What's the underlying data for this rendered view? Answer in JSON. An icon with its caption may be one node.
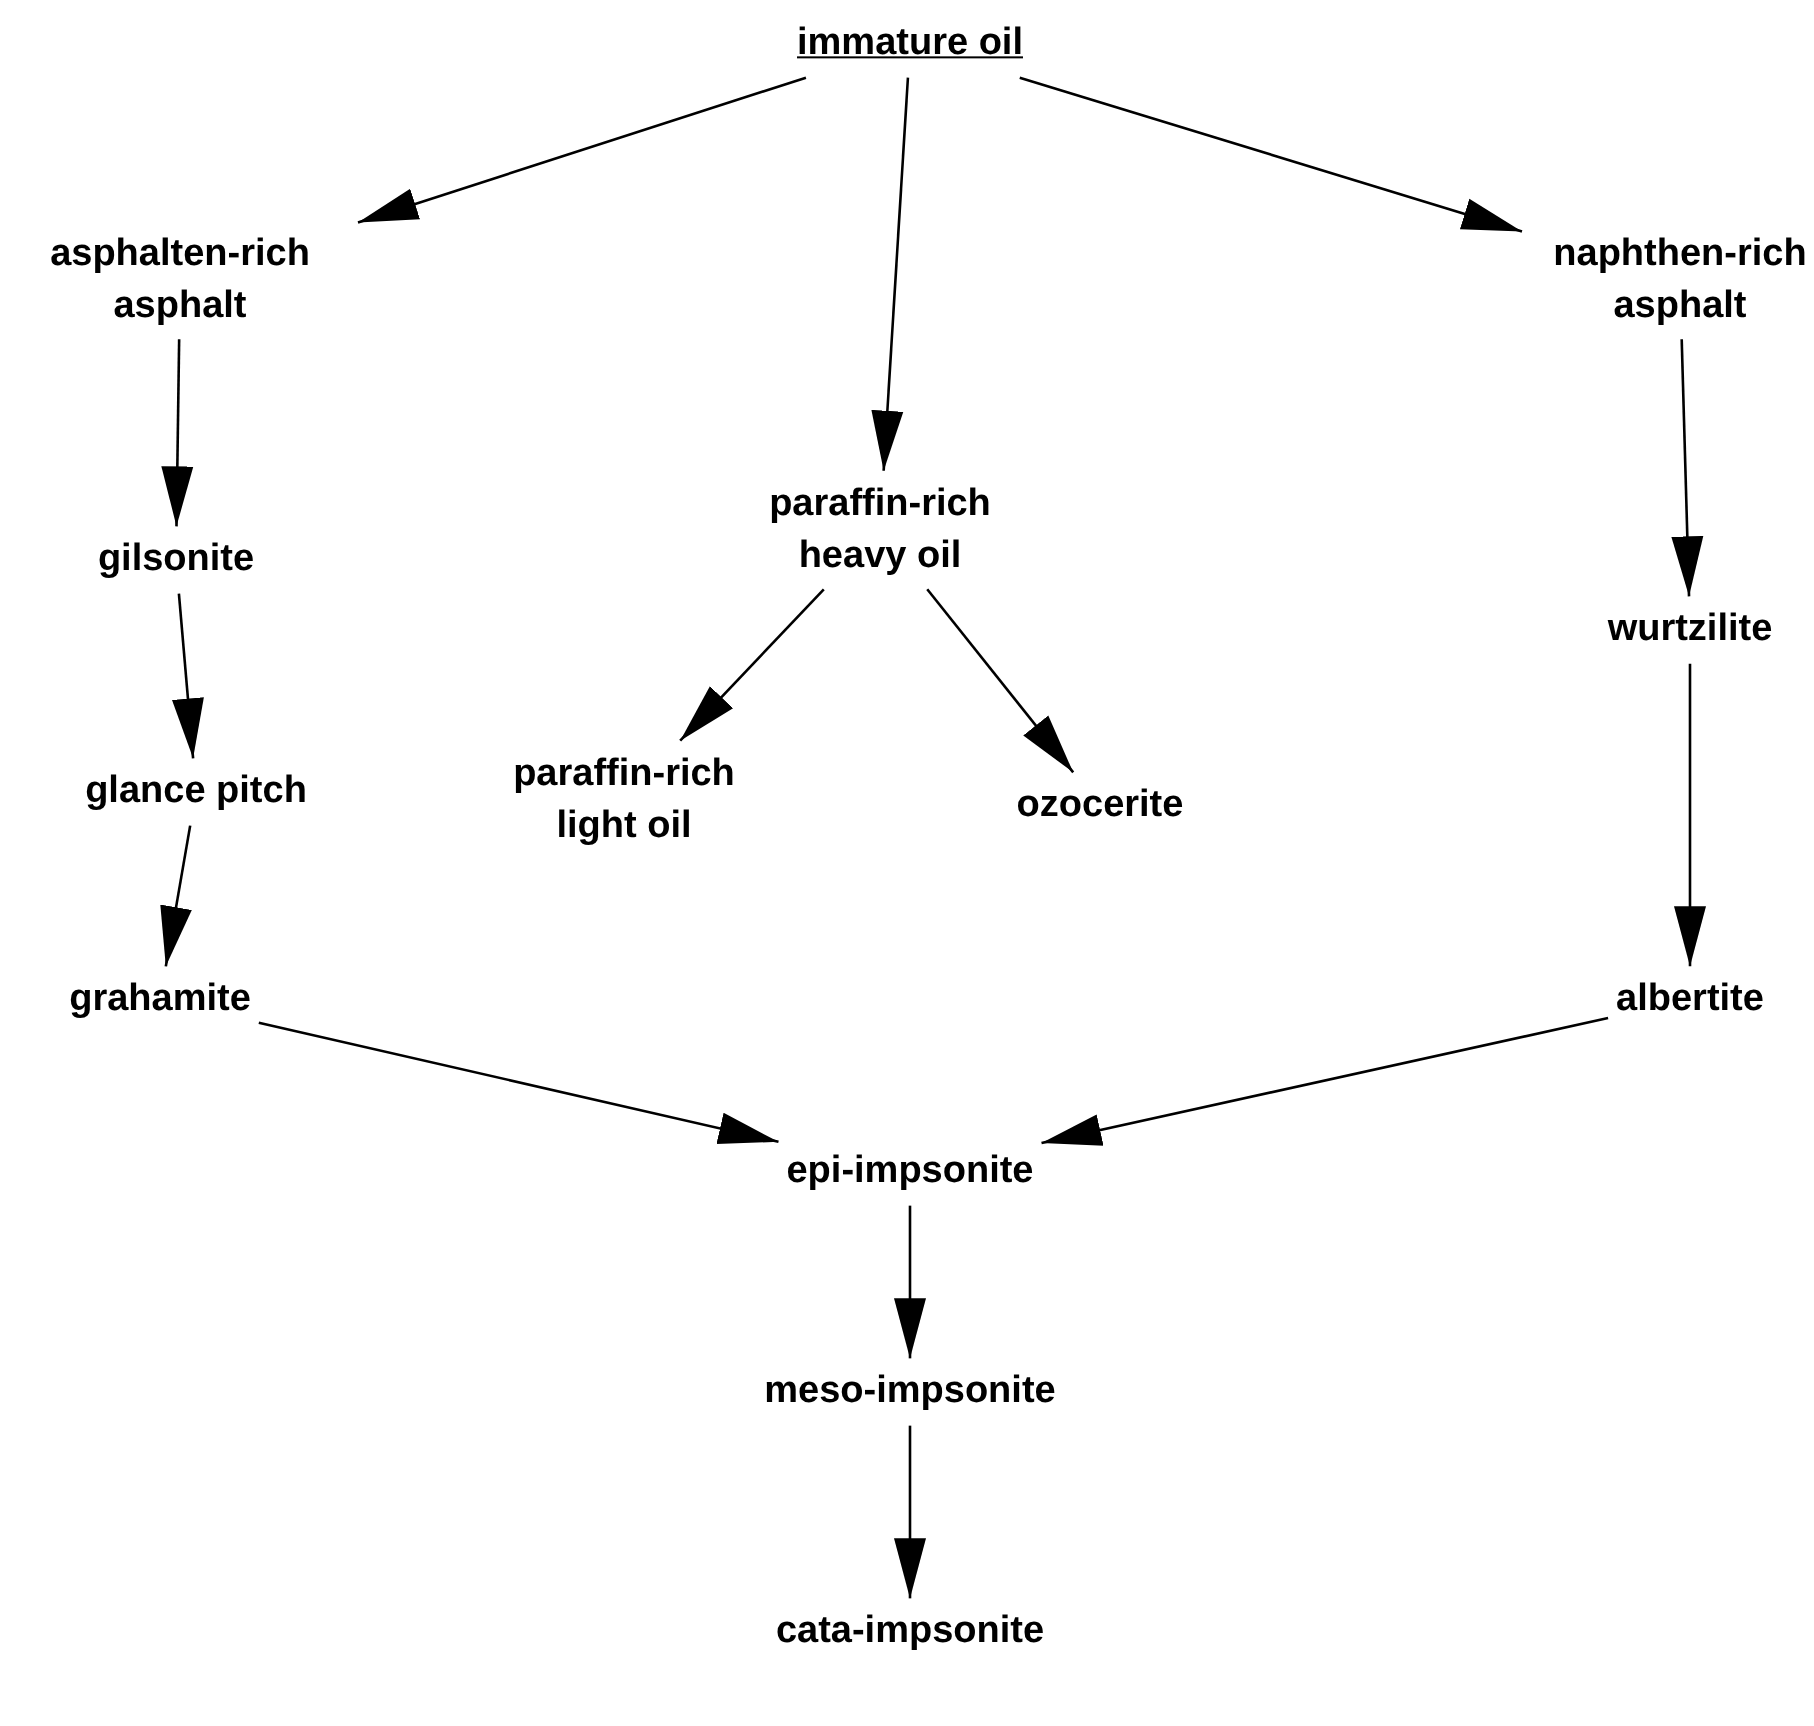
{
  "diagram": {
    "nodes": [
      {
        "text": [
          "immature oil"
        ]
      },
      {
        "text": [
          "asphalten-rich asphalt"
        ]
      },
      {
        "text": [
          "paraffin-rich heavy oil"
        ]
      },
      {
        "text": [
          "naphthen-rich asphalt"
        ]
      },
      {
        "text": [
          "gilsonite"
        ]
      },
      {
        "text": [
          "glance pitch"
        ]
      },
      {
        "text": [
          "grahamite"
        ]
      },
      {
        "text": [
          "paraffin-rich light oil"
        ]
      },
      {
        "text": [
          "ozocerite"
        ]
      },
      {
        "text": [
          "wurtzilite"
        ]
      },
      {
        "text": [
          "albertite"
        ]
      },
      {
        "text": [
          "epi-impsonite"
        ]
      },
      {
        "text": [
          "meso-impsonite"
        ]
      },
      {
        "text": [
          "cata-impsonite"
        ]
      }
    ],
    "edges": [
      {
        "from": 0,
        "to": 1,
        "arrow": "to"
      },
      {
        "from": 0,
        "to": 2,
        "arrow": "to"
      },
      {
        "from": 0,
        "to": 3,
        "arrow": "to"
      },
      {
        "from": 1,
        "to": 4,
        "arrow": "to"
      },
      {
        "from": 4,
        "to": 5,
        "arrow": "to"
      },
      {
        "from": 5,
        "to": 6,
        "arrow": "to"
      },
      {
        "from": 2,
        "to": 7,
        "arrow": "to"
      },
      {
        "from": 2,
        "to": 8,
        "arrow": "to"
      },
      {
        "from": 3,
        "to": 9,
        "arrow": "to"
      },
      {
        "from": 9,
        "to": 10,
        "arrow": "to"
      },
      {
        "from": 6,
        "to": 11,
        "arrow": "to"
      },
      {
        "from": 10,
        "to": 11,
        "arrow": "to"
      },
      {
        "from": 11,
        "to": 12,
        "arrow": "to"
      },
      {
        "from": 12,
        "to": 13,
        "arrow": "to"
      }
    ]
  }
}
